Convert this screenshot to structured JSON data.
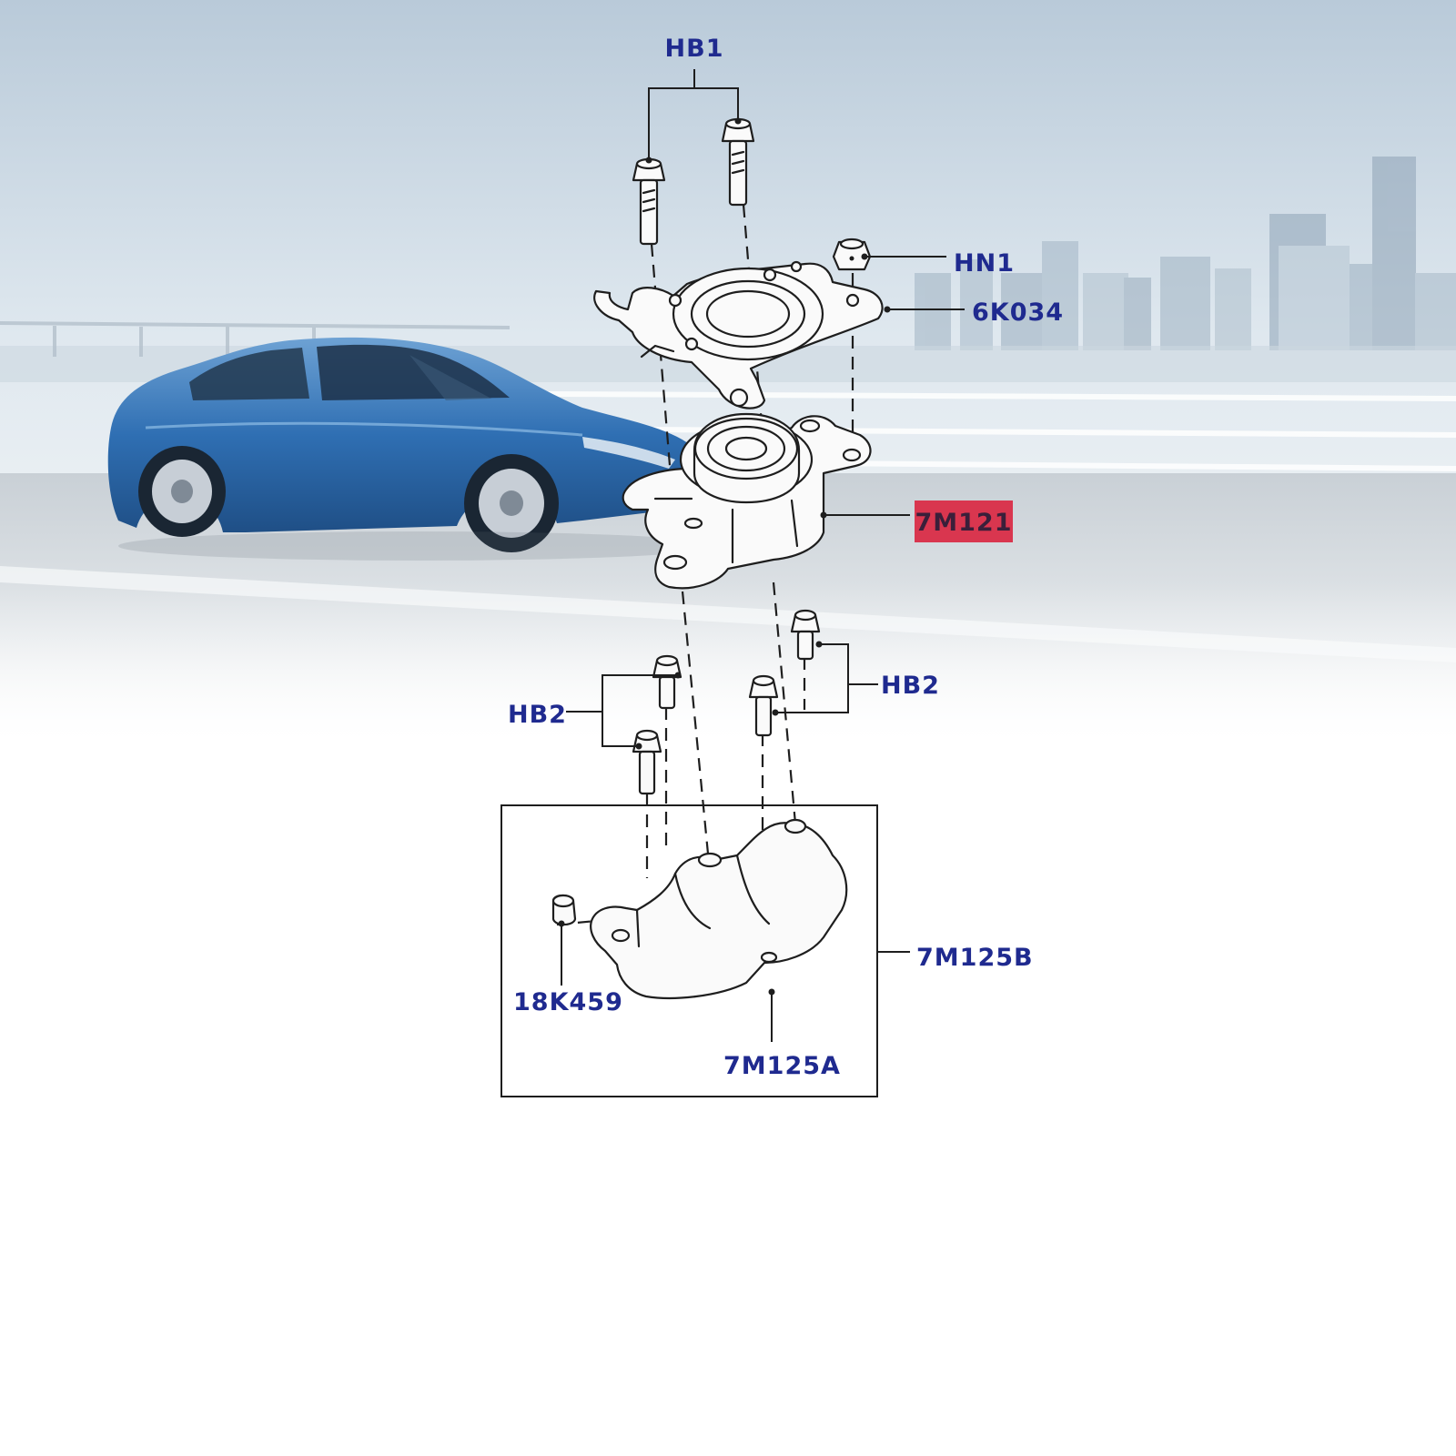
{
  "colors": {
    "label_text": "#1f2a8f",
    "highlight_box": "#d9364f",
    "line_art": "#1e1e1e",
    "car_body": "#2f6fb3",
    "sky_top": "#b9cad9"
  },
  "labels": {
    "hb1": "HB1",
    "hn1": "HN1",
    "p6k034": "6K034",
    "p7m121": "7M121",
    "hb2_right": "HB2",
    "hb2_left": "HB2",
    "p7m125b": "7M125B",
    "p18k459": "18K459",
    "p7m125a": "7M125A"
  },
  "highlighted_part": "7M121"
}
